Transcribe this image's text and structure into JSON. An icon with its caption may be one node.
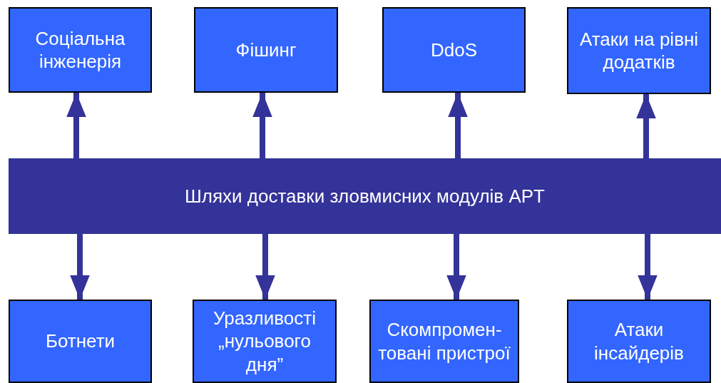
{
  "diagram": {
    "nodes": [
      {
        "text": [
          "Соціальна інженерія"
        ]
      },
      {
        "text": [
          "Фішинг"
        ]
      },
      {
        "text": [
          "DdoS"
        ]
      },
      {
        "text": [
          "Атаки на рівні додатків"
        ]
      },
      {
        "text": [
          "Шляхи доставки зловмисних модулів APT"
        ]
      },
      {
        "text": [
          "Ботнети"
        ]
      },
      {
        "text": [
          "Уразливості „нульового дня”"
        ]
      },
      {
        "text": [
          "Скомпромен-товані пристрої"
        ]
      },
      {
        "text": [
          "Атаки інсайдерів"
        ]
      }
    ],
    "edges": [
      {
        "from": 4,
        "to": 0,
        "arrow": "to"
      },
      {
        "from": 4,
        "to": 1,
        "arrow": "to"
      },
      {
        "from": 4,
        "to": 2,
        "arrow": "to"
      },
      {
        "from": 4,
        "to": 3,
        "arrow": "to"
      },
      {
        "from": 4,
        "to": 5,
        "arrow": "to"
      },
      {
        "from": 4,
        "to": 6,
        "arrow": "to"
      },
      {
        "from": 4,
        "to": 7,
        "arrow": "to"
      },
      {
        "from": 4,
        "to": 8,
        "arrow": "to"
      }
    ]
  }
}
